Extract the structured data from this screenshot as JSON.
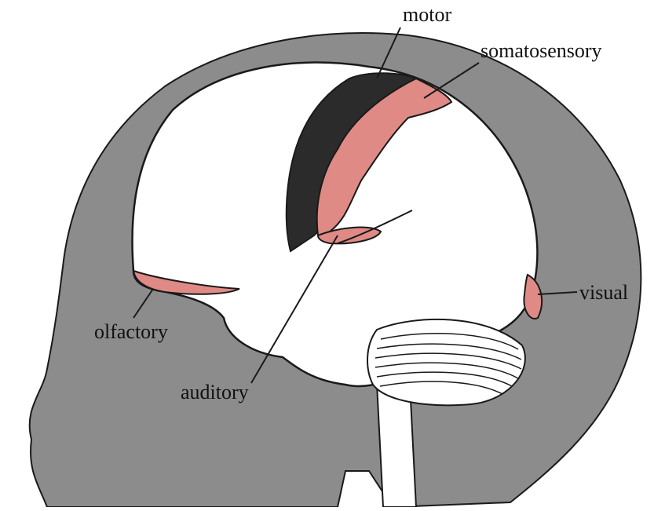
{
  "labels": {
    "motor": "motor",
    "somatosensory": "somatosensory",
    "visual": "visual",
    "olfactory": "olfactory",
    "auditory": "auditory"
  },
  "colors": {
    "skull": "#8c8c8c",
    "brain": "#ffffff",
    "motor_area": "#2b2b2b",
    "sensory_area": "#e08a86",
    "outline": "#1a1a1a"
  }
}
